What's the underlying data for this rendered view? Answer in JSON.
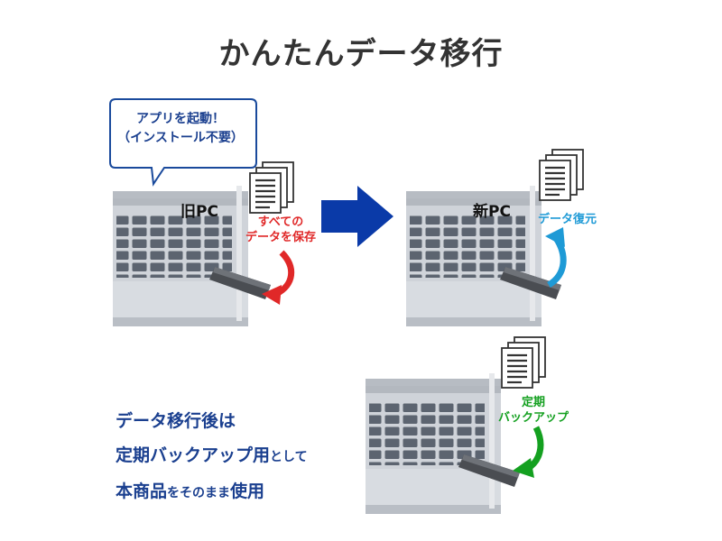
{
  "title": "かんたんデータ移行",
  "bubble": {
    "line1": "アプリを起動！",
    "line2": "（インストール不要）"
  },
  "old_pc": {
    "label": "旧PC",
    "action_line1": "すべての",
    "action_line2": "データを保存"
  },
  "new_pc": {
    "label": "新PC",
    "action": "データ復元"
  },
  "backup": {
    "line1": "定期",
    "line2": "バックアップ"
  },
  "bottom": {
    "line1": "データ移行後は",
    "line2_main": "定期バックアップ用",
    "line2_small": "として",
    "line3_main": "本商品",
    "line3_small": "をそのまま",
    "line3_end": "使用"
  },
  "colors": {
    "title": "#333333",
    "bubble_border": "#1a4a9c",
    "transfer_arrow": "#0a3aa8",
    "save_arrow": "#e02828",
    "restore_arrow": "#1e9ad6",
    "backup_arrow": "#14a020",
    "bottom_text": "#1a3f8f",
    "laptop_body": "#c8ccd2",
    "keys": "#5c6470"
  },
  "icons": [
    "document-stack-icon",
    "usb-drive-icon",
    "laptop-icon",
    "curved-arrow-icon",
    "right-arrow-icon",
    "speech-bubble-icon"
  ]
}
